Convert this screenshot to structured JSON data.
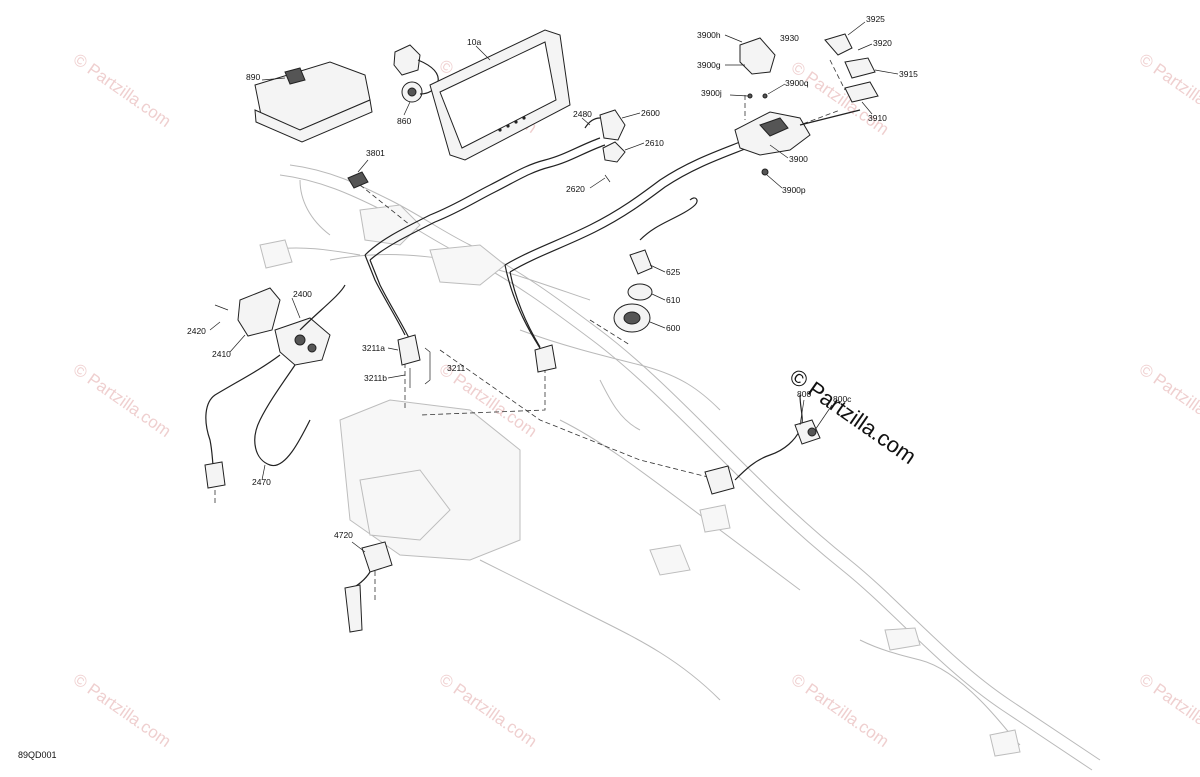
{
  "diagram_code": "89QD001",
  "watermark": {
    "text": "© Partzilla.com",
    "prominent_text": "© Partzilla.com"
  },
  "colors": {
    "watermark": "#e2a9a9",
    "lines": "#222222",
    "ghost": "#b9b9b9"
  },
  "callouts": {
    "c890": "890",
    "c860": "860",
    "c10a": "10a",
    "c3801": "3801",
    "c2480": "2480",
    "c2600": "2600",
    "c2610": "2610",
    "c2620": "2620",
    "c3900h": "3900h",
    "c3930": "3930",
    "c3925": "3925",
    "c3920": "3920",
    "c3900g": "3900g",
    "c3915": "3915",
    "c3900q": "3900q",
    "c3900j": "3900j",
    "c3910": "3910",
    "c3900": "3900",
    "c3900p": "3900p",
    "c2400": "2400",
    "c2420": "2420",
    "c2410": "2410",
    "c2470": "2470",
    "c3211a": "3211a",
    "c3211": "3211",
    "c3211b": "3211b",
    "c625": "625",
    "c610": "610",
    "c600": "600",
    "c800": "800",
    "c800c": "800c",
    "c4720": "4720"
  }
}
